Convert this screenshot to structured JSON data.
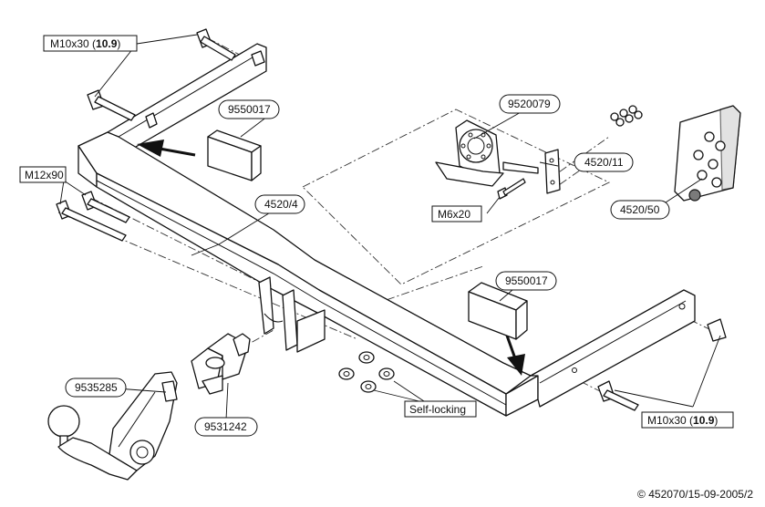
{
  "labels": {
    "bolt_m10_top": {
      "text": "M10x30 (",
      "bold": "10.9",
      "end": ")"
    },
    "bolt_m10_bottom": {
      "text": "M10x30 (",
      "bold": "10.9",
      "end": ")"
    },
    "bolt_m12": "M12x90",
    "bolt_m6": "M6x20",
    "part_9550017_top": "9550017",
    "part_9550017_mid": "9550017",
    "part_4520_4": "4520/4",
    "part_9520079": "9520079",
    "part_4520_11": "4520/11",
    "part_4520_50": "4520/50",
    "part_9535285": "9535285",
    "part_9531242": "9531242",
    "self_locking": "Self-locking"
  },
  "footer": {
    "copyright": "© 452070/15-09-2005/2"
  }
}
